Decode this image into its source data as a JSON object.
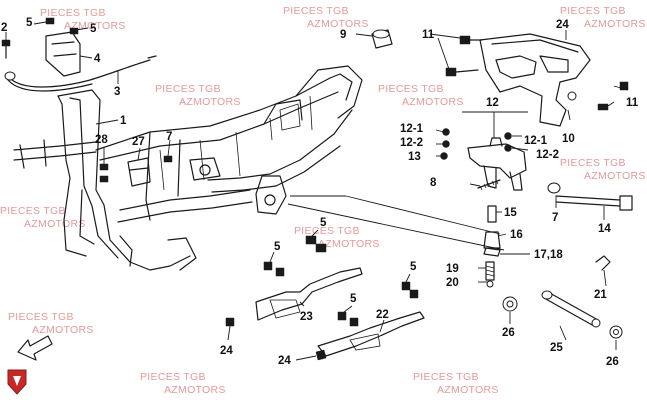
{
  "watermarks": [
    {
      "brand": "PIECES TGB",
      "site": "AZMOTORS"
    },
    {
      "brand": "PIECES TGB",
      "site": "AZMOTORS"
    },
    {
      "brand": "PIECES TGB",
      "site": "AZMOTORS"
    },
    {
      "brand": "PIECES TGB",
      "site": "AZMOTORS"
    },
    {
      "brand": "PIECES TGB",
      "site": "AZMOTORS"
    },
    {
      "brand": "PIECES TGB",
      "site": "AZMOTORS"
    },
    {
      "brand": "PIECES TGB",
      "site": "AZMOTORS"
    },
    {
      "brand": "PIECES TGB",
      "site": "AZMOTORS"
    },
    {
      "brand": "PIECES TGB",
      "site": "AZMOTORS"
    },
    {
      "brand": "PIECES TGB",
      "site": "AZMOTORS"
    },
    {
      "brand": "PIECES TGB",
      "site": "AZMOTORS"
    }
  ],
  "callouts": {
    "c1": "1",
    "c2": "2",
    "c3": "3",
    "c4": "4",
    "c5a": "5",
    "c5b": "5",
    "c5c": "5",
    "c5d": "5",
    "c5e": "5",
    "c7a": "7",
    "c7b": "7",
    "c8": "8",
    "c9": "9",
    "c10": "10",
    "c11a": "11",
    "c11b": "11",
    "c12": "12",
    "c12_1a": "12-1",
    "c12_1b": "12-1",
    "c12_2a": "12-2",
    "c12_2b": "12-2",
    "c13": "13",
    "c14": "14",
    "c15": "15",
    "c16": "16",
    "c17_18": "17,18",
    "c19": "19",
    "c20": "20",
    "c21": "21",
    "c22": "22",
    "c23": "23",
    "c24a": "24",
    "c24b": "24",
    "c24c": "24",
    "c25": "25",
    "c26a": "26",
    "c26b": "26",
    "c27": "27",
    "c28": "28"
  },
  "logo": {
    "color": "#c62828"
  }
}
